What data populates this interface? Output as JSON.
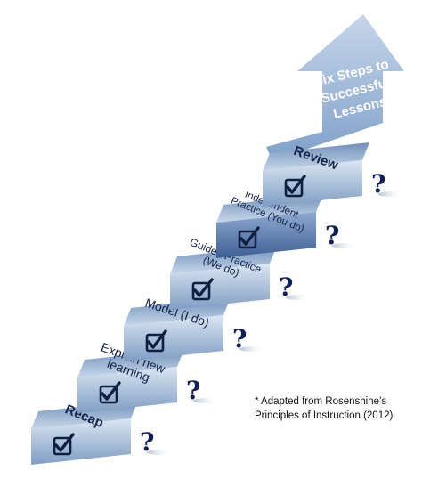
{
  "arrow": {
    "lines": [
      "Six Steps to",
      "Successful",
      "Lessons"
    ]
  },
  "steps": [
    {
      "label_lines": [
        "Recap"
      ],
      "checked": true
    },
    {
      "label_lines": [
        "Explain new",
        "learning"
      ],
      "checked": true
    },
    {
      "label_lines": [
        "Model (I do)"
      ],
      "checked": true
    },
    {
      "label_lines": [
        "Guided Practice",
        "(We do)"
      ],
      "checked": true
    },
    {
      "label_lines": [
        "Independent",
        "Practice (You do)"
      ],
      "checked": true
    },
    {
      "label_lines": [
        "Review"
      ],
      "checked": true
    }
  ],
  "question_mark": "?",
  "footnote": {
    "line1": "* Adapted from Rosenshine’s",
    "line2": "Principles of Instruction (2012)"
  },
  "colors": {
    "riser_top": "#dbe6f2",
    "riser_bottom": "#7f9dc3",
    "tread_front": "#c9d8ea",
    "tread_back": "#6e8fb9",
    "step5_riser_top": "#8eaad0",
    "step5_riser_bottom": "#3d5f93",
    "arrow_top": "#c6d6ea",
    "arrow_bottom": "#7fa0c8",
    "text_dark": "#15254a",
    "question_mark": "#0f2057"
  }
}
